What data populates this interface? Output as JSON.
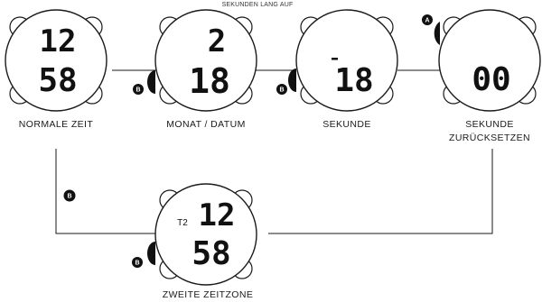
{
  "hint": "SEKUNDEN LANG AUF",
  "watches": [
    {
      "id": "normal",
      "top": "12",
      "bottom": "58",
      "label": "NORMALE  ZEIT"
    },
    {
      "id": "date",
      "top": "2",
      "bottom": "18",
      "label": "MONAT / DATUM"
    },
    {
      "id": "second",
      "top": "",
      "bottom": "18",
      "label": "SEKUNDE"
    },
    {
      "id": "reset",
      "top": "",
      "bottom": "00",
      "label_line1": "SEKUNDE",
      "label_line2": "ZURÜCKSETZEN"
    },
    {
      "id": "zone2",
      "top": "12",
      "bottom": "58",
      "tag": "T2",
      "label": "ZWEITE ZEITZONE"
    }
  ],
  "buttons": {
    "a": "A",
    "b": "B"
  },
  "colors": {
    "ink": "#111111",
    "button": "#111111",
    "line": "#1a1a1a"
  }
}
